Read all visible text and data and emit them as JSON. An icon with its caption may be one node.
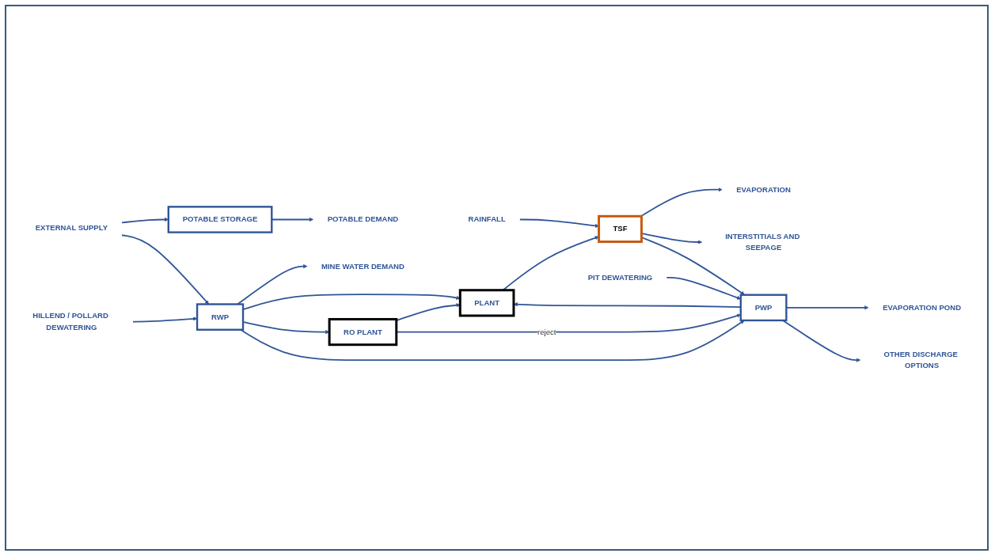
{
  "diagram": {
    "nodes": [
      {
        "text": [
          "EXTERNAL SUPPLY"
        ]
      },
      {
        "text": [
          "MINE WATER DEMAND"
        ]
      },
      {
        "text": [
          "RAINFALL"
        ]
      },
      {
        "text": [
          "EVAPORATION"
        ]
      },
      {
        "text": [
          "POTABLE STORAGE"
        ]
      },
      {
        "text": [
          "RWP"
        ]
      },
      {
        "text": [
          "PLANT"
        ]
      },
      {
        "text": [
          "TSF"
        ]
      },
      {
        "text": [
          "RO PLANT"
        ]
      },
      {
        "text": [
          "PWP"
        ]
      },
      {
        "text": [
          "POTABLE DEMAND"
        ]
      },
      {
        "text": [
          "HILLEND / POLLARD DEWATERING"
        ]
      },
      {
        "text": [
          "INTERSTITIALS AND SEEPAGE"
        ]
      },
      {
        "text": [
          "PIT DEWATERING"
        ]
      },
      {
        "text": [
          "EVAPORATION POND"
        ]
      },
      {
        "text": [
          "OTHER DISCHARGE OPTIONS"
        ]
      }
    ],
    "edges": [
      {
        "from": 0,
        "to": 4,
        "arrow": "to"
      },
      {
        "from": 0,
        "to": 5,
        "arrow": "to"
      },
      {
        "from": 5,
        "to": 1,
        "arrow": "to"
      },
      {
        "from": 5,
        "to": 6,
        "arrow": "to"
      },
      {
        "from": 5,
        "to": 8,
        "arrow": "to"
      },
      {
        "from": 5,
        "to": 9,
        "arrow": "to"
      },
      {
        "from": 8,
        "to": 6,
        "arrow": "to"
      },
      {
        "from": 8,
        "to": 9,
        "arrow": "to",
        "label": "reject"
      },
      {
        "from": 9,
        "to": 6,
        "arrow": "to"
      },
      {
        "from": 6,
        "to": 7,
        "arrow": "to"
      },
      {
        "from": 2,
        "to": 7,
        "arrow": "to"
      },
      {
        "from": 7,
        "to": 3,
        "arrow": "to"
      },
      {
        "from": 7,
        "to": 12,
        "arrow": "to"
      },
      {
        "from": 7,
        "to": 9,
        "arrow": "to"
      },
      {
        "from": 13,
        "to": 9,
        "arrow": "to"
      },
      {
        "from": 9,
        "to": 14,
        "arrow": "to"
      },
      {
        "from": 9,
        "to": 15,
        "arrow": "to"
      },
      {
        "from": 4,
        "to": 10,
        "arrow": "to"
      },
      {
        "from": 11,
        "to": 5,
        "arrow": "to"
      }
    ]
  }
}
